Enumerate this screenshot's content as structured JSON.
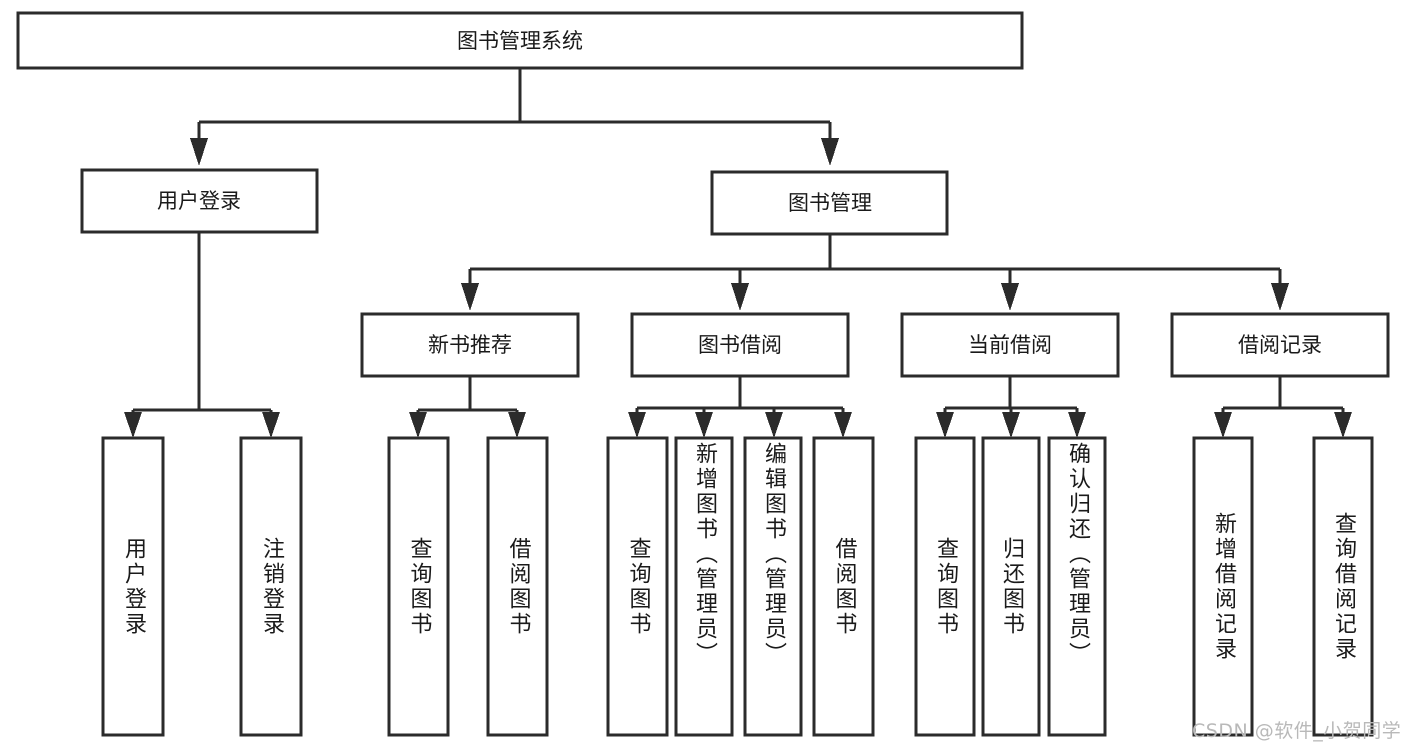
{
  "diagram": {
    "type": "tree",
    "title": "图书管理系统",
    "orientation": "top-down",
    "colors": {
      "stroke": "#2b2b2b",
      "box_fill": "#ffffff",
      "text": "#1a1a1a",
      "background": "#ffffff",
      "watermark": "#b9b9b9"
    },
    "root": {
      "label": "图书管理系统"
    },
    "level2": [
      {
        "label": "用户登录"
      },
      {
        "label": "图书管理"
      }
    ],
    "level3": [
      {
        "label": "新书推荐"
      },
      {
        "label": "图书借阅"
      },
      {
        "label": "当前借阅"
      },
      {
        "label": "借阅记录"
      }
    ],
    "leaves": {
      "user_login": [
        {
          "label": "用户登录"
        },
        {
          "label": "注销登录"
        }
      ],
      "new_book_recommend": [
        {
          "label": "查询图书"
        },
        {
          "label": "借阅图书"
        }
      ],
      "book_borrow": [
        {
          "label": "查询图书"
        },
        {
          "label": "新增图书（管理员）"
        },
        {
          "label": "编辑图书（管理员）"
        },
        {
          "label": "借阅图书"
        }
      ],
      "current_borrow": [
        {
          "label": "查询图书"
        },
        {
          "label": "归还图书"
        },
        {
          "label": "确认归还（管理员）"
        }
      ],
      "borrow_record": [
        {
          "label": "新增借阅记录"
        },
        {
          "label": "查询借阅记录"
        }
      ]
    }
  },
  "watermark": {
    "text": "CSDN @软件_小贺同学"
  }
}
